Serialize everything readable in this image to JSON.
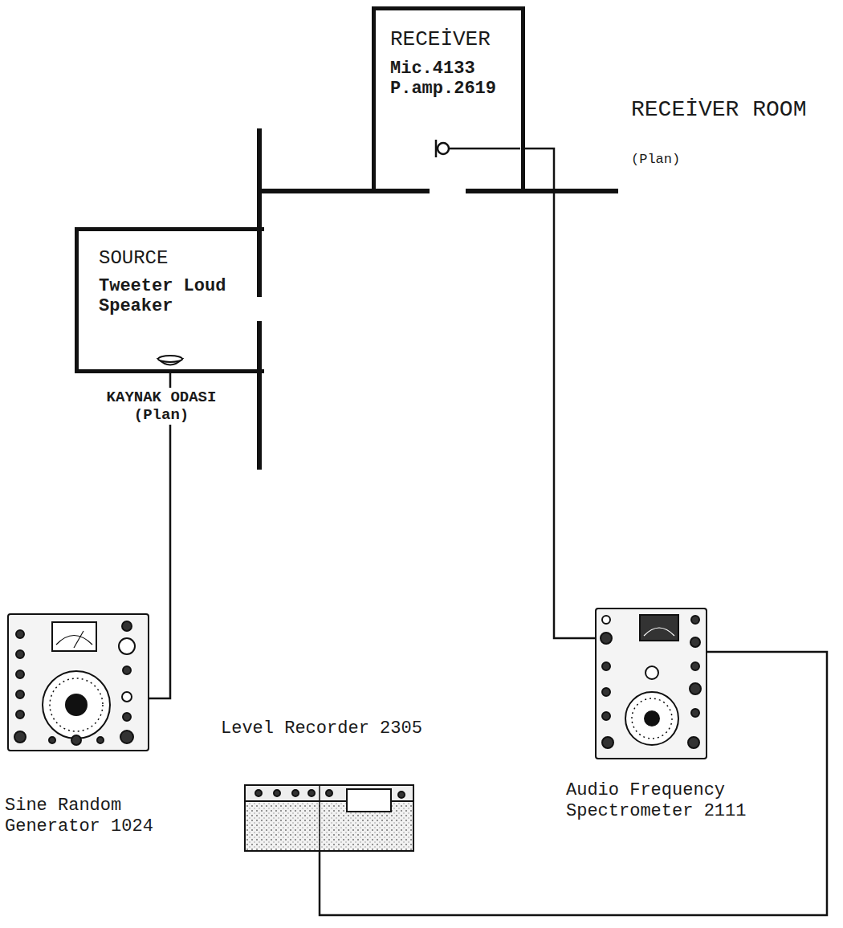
{
  "diagram": {
    "nodes": [
      {
        "text": [
          "SOURCE",
          "Tweeter Loud Speaker"
        ]
      },
      {
        "text": [
          "RECEİVER",
          "Mic.4133 P.amp.2619"
        ]
      },
      {
        "text": [
          "Sine Random Generator 1024"
        ]
      },
      {
        "text": [
          "Level Recorder 2305"
        ]
      },
      {
        "text": [
          "Audio Frequency Spectrometer 2111"
        ]
      }
    ],
    "edges": [
      {
        "from": 2,
        "to": 0,
        "arrow": "none"
      },
      {
        "from": 1,
        "to": 4,
        "arrow": "none"
      },
      {
        "from": 4,
        "to": 3,
        "arrow": "none"
      }
    ],
    "labels": [
      "RECEİVER ROOM",
      "(Plan)",
      "KAYNAK ODASI (Plan)"
    ]
  }
}
